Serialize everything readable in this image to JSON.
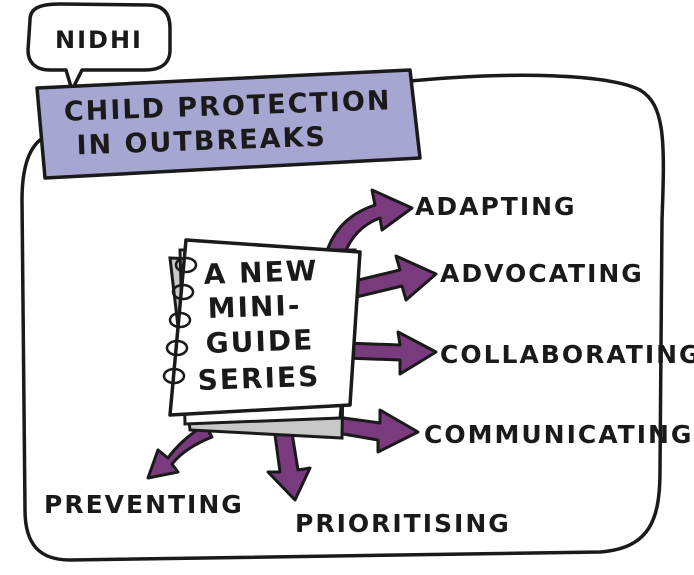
{
  "speaker": "NIDHI",
  "title": [
    "CHILD PROTECTION",
    "IN OUTBREAKS"
  ],
  "notebook": [
    "A NEW",
    "MINI-",
    "GUIDE",
    "SERIES"
  ],
  "actions": [
    "ADAPTING",
    "ADVOCATING",
    "COLLABORATING",
    "COMMUNICATING",
    "PREVENTING",
    "PRIORITISING"
  ],
  "colors": {
    "banner": "#a6a6d2",
    "arrow": "#7a3a7e",
    "ink": "#1a1a1a",
    "paper": "#ffffff",
    "page_shadow": "#c8c8c8"
  }
}
